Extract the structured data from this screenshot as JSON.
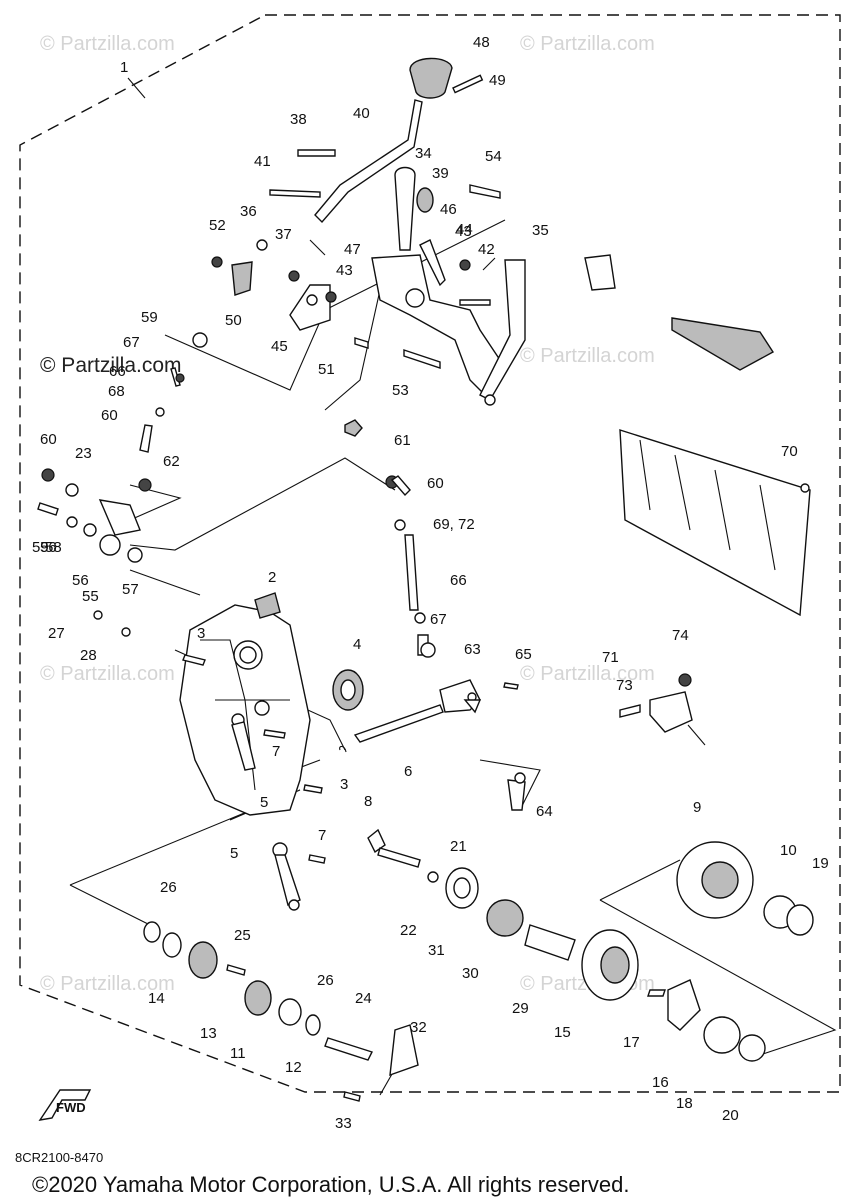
{
  "diagram": {
    "code": "8CR2100-8470",
    "copyright": "©2020 Yamaha Motor Corporation, U.S.A. All rights reserved.",
    "fwd_label": "FWD",
    "watermark": "© Partzilla.com"
  },
  "callouts": [
    "1",
    "2",
    "3",
    "3",
    "4",
    "5",
    "5",
    "6",
    "7",
    "7",
    "8",
    "9",
    "10",
    "11",
    "12",
    "13",
    "14",
    "15",
    "16",
    "17",
    "18",
    "19",
    "20",
    "21",
    "22",
    "23",
    "24",
    "25",
    "26",
    "26",
    "27",
    "28",
    "29",
    "30",
    "31",
    "32",
    "33",
    "34",
    "35",
    "36",
    "37",
    "38",
    "39",
    "40",
    "41",
    "42",
    "43",
    "43",
    "44",
    "45",
    "46",
    "47",
    "48",
    "49",
    "50",
    "51",
    "52",
    "53",
    "54",
    "55",
    "56",
    "56",
    "57",
    "58",
    "59",
    "59",
    "60",
    "60",
    "60",
    "61",
    "62",
    "63",
    "64",
    "65",
    "66",
    "66",
    "67",
    "67",
    "68",
    "69, 72",
    "70",
    "71",
    "73",
    "74"
  ]
}
